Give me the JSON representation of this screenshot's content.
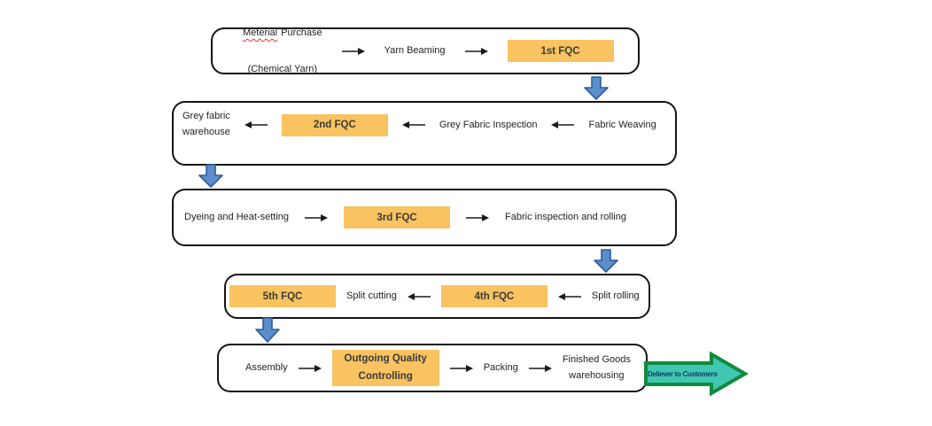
{
  "flow": {
    "row1": {
      "material_word": "Meterial",
      "material_rest": "Purchase",
      "material_line2": "(Chemical Yarn)",
      "yarn_beaming": "Yarn Beaming",
      "fqc1": "1st FQC"
    },
    "row2": {
      "grey_warehouse": "Grey fabric\nwarehouse",
      "fqc2": "2nd FQC",
      "grey_inspection": "Grey Fabric Inspection",
      "fabric_weaving": "Fabric Weaving"
    },
    "row3": {
      "dyeing": "Dyeing and Heat-setting",
      "fqc3": "3rd FQC",
      "rolling": "Fabric inspection and rolling"
    },
    "row4": {
      "fqc5": "5th FQC",
      "split_cutting": "Split cutting",
      "fqc4": "4th FQC",
      "split_rolling": "Split rolling"
    },
    "row5": {
      "assembly": "Assembly",
      "outgoing_qc": "Outgoing Quality\nControlling",
      "packing": "Packing",
      "finished": "Finished Goods\nwarehousing"
    },
    "delivery": "Deliever to Customers"
  },
  "colors": {
    "highlight": "#F8C360",
    "arrow_fill": "#5B8FCC",
    "arrow_border": "#2E5C94",
    "delivery_fill": "#3FC7B2",
    "delivery_border": "#128A3E",
    "delivery_text": "#17375E",
    "ink": "#1F1F1F",
    "misspell": "#E0362C"
  }
}
